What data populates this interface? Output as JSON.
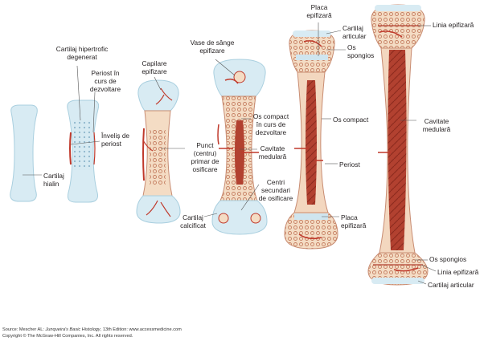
{
  "labels": {
    "cartilaj_hialin": "Cartilaj\nhialin",
    "cartilaj_hipertrofic": "Cartilaj hipertrofic\ndegenerat",
    "periost_dezvoltare": "Periost în\ncurs de\ndezvoltare",
    "inveli_periost": "Înveliș de\nperiost",
    "capilare_epifizare": "Capilare\nepifizare",
    "punct_primar": "Punct\n(centru)\nprimar de\nosificare",
    "cartilaj_calcificat": "Cartilaj\ncalcificat",
    "vase_sange": "Vase de sânge\nepifizare",
    "os_compact_dezv": "Os compact\nîn curs de\ndezvoltare",
    "cavitate_med_1": "Cavitate\nmedulară",
    "centri_secundari": "Centri\nsecundari\nde osificare",
    "placa_epifizara_top": "Placa\nepifizară",
    "cartilaj_articular_top": "Cartilaj\narticular",
    "os_spongios_top": "Os\nspongios",
    "os_compact": "Os compact",
    "periost": "Periost",
    "placa_epifizara_bottom": "Placa\nepifizară",
    "linia_epifizara_top": "Linia epifizară",
    "cavitate_med_2": "Cavitate\nmedulară",
    "os_spongios_bottom": "Os spongios",
    "linia_epifizara_bottom": "Linia epifizară",
    "cartilaj_articular_bottom": "Cartilaj articular"
  },
  "source": {
    "prefix": "Source: Mescher AL: ",
    "book": "Junqueira's Basic Histology",
    "suffix": ", 13th Edition: www.accessmedicine.com",
    "copyright": "Copyright © The McGraw-Hill Companies, Inc. All rights reserved."
  },
  "colors": {
    "cartilage": "#d5e9f1",
    "cartilage_edge": "#a9cfdf",
    "bone": "#f3d7bf",
    "bone_edge": "#c88c72",
    "marrow": "#b8432f",
    "vessel": "#c0392b",
    "leader": "#555555"
  }
}
